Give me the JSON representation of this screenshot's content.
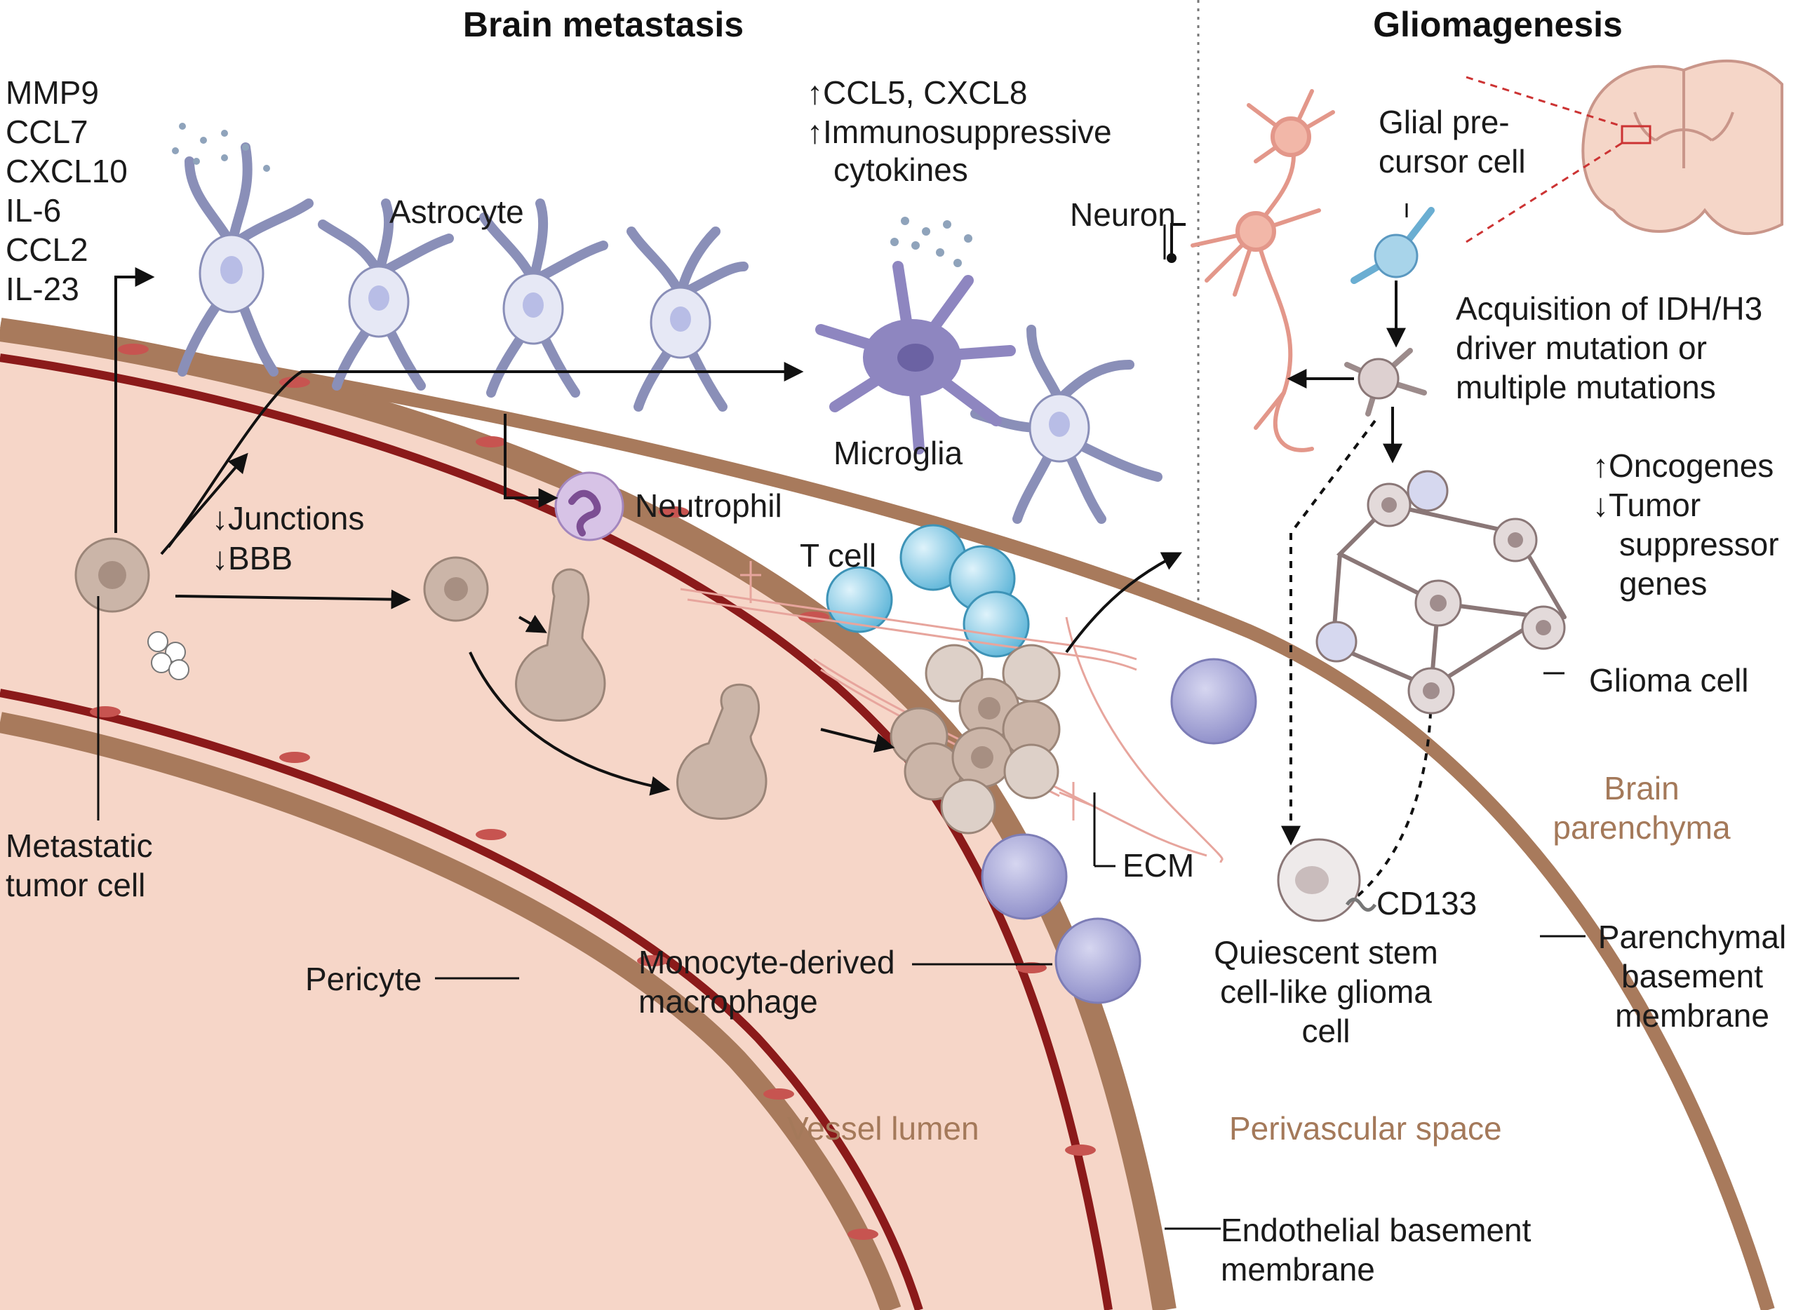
{
  "titles": {
    "left": "Brain metastasis",
    "right": "Gliomagenesis"
  },
  "labels": {
    "factors_left": [
      "MMP9",
      "CCL7",
      "CXCL10",
      "IL-6",
      "CCL2",
      "IL-23"
    ],
    "astrocyte": "Astrocyte",
    "chemokines_1": "↑CCL5, CXCL8",
    "chemokines_2": "↑Immunosuppressive",
    "chemokines_3": "cytokines",
    "microglia": "Microglia",
    "neutrophil": "Neutrophil",
    "junctions": "↓Junctions",
    "bbb": "↓BBB",
    "t_cell": "T cell",
    "metastatic_1": "Metastatic",
    "metastatic_2": "tumor cell",
    "pericyte": "Pericyte",
    "macrophage_1": "Monocyte-derived",
    "macrophage_2": "macrophage",
    "ecm": "ECM",
    "vessel_lumen": "Vessel lumen",
    "perivascular": "Perivascular space",
    "endothelial_1": "Endothelial basement",
    "endothelial_2": "membrane",
    "neuron": "Neuron",
    "glial_1": "Glial pre-",
    "glial_2": "cursor cell",
    "acquisition_1": "Acquisition of IDH/H3",
    "acquisition_2": "driver mutation or",
    "acquisition_3": "multiple mutations",
    "oncogenes": "↑Oncogenes",
    "tumor_supp_1": "↓Tumor",
    "tumor_supp_2": "suppressor",
    "tumor_supp_3": "genes",
    "glioma_cell": "Glioma cell",
    "brain_parenchyma_1": "Brain",
    "brain_parenchyma_2": "parenchyma",
    "cd133": "CD133",
    "quiescent_1": "Quiescent stem",
    "quiescent_2": "cell-like glioma",
    "quiescent_3": "cell",
    "parenchymal_1": "Parenchymal",
    "parenchymal_2": "basement",
    "parenchymal_3": "membrane"
  },
  "colors": {
    "vessel_wall": "#a87a5c",
    "vessel_inner": "#8b1a1a",
    "lumen": "#f6d6c8",
    "astrocyte": "#e6e8f5",
    "microglia": "#8e86c0",
    "tcell": "#8fd0ea",
    "macrophage": "#a8a8d8",
    "tumor": "#cbb5a8",
    "neuron": "#f2b7a8",
    "glial_precursor": "#a8d4ea"
  }
}
